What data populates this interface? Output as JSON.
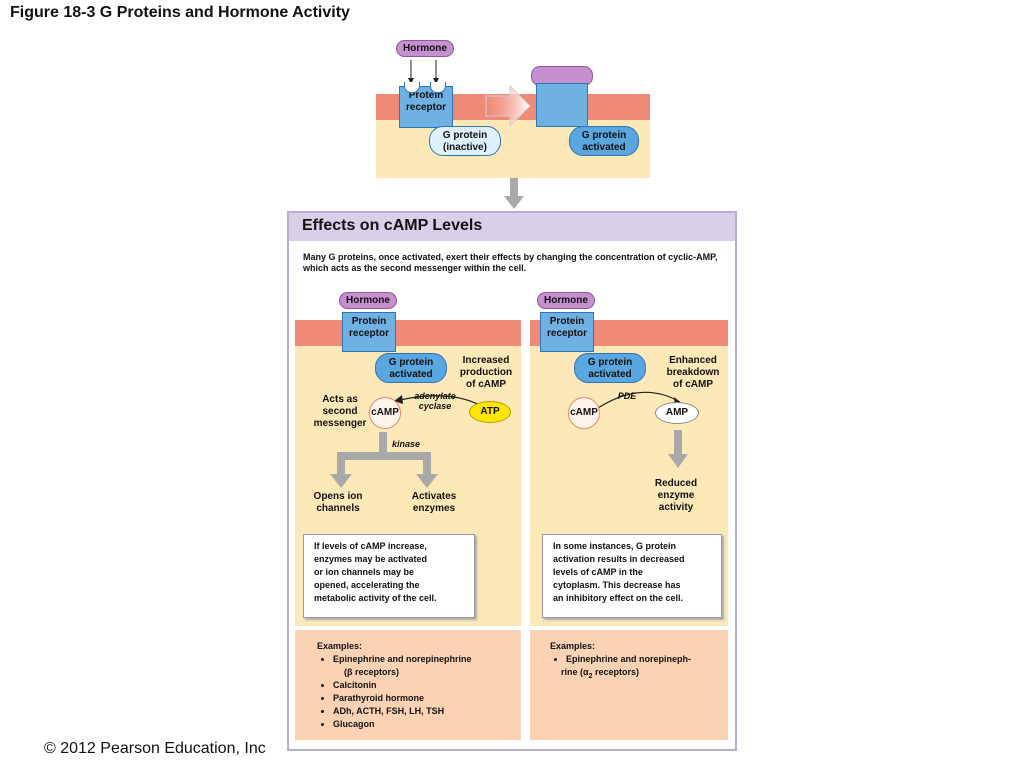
{
  "figure_title": "Figure 18-3  G Proteins and Hormone Activity",
  "copyright": "© 2012 Pearson Education, Inc",
  "top": {
    "hormone": "Hormone",
    "receptor": [
      "Protein",
      "receptor"
    ],
    "g_inactive": [
      "G protein",
      "(inactive)"
    ],
    "g_activated": [
      "G protein",
      "activated"
    ]
  },
  "panel": {
    "title": "Effects on cAMP Levels",
    "intro": "Many G proteins, once activated, exert their effects by changing the concentration of cyclic-AMP, which acts as the second messenger within the cell.",
    "left": {
      "hormone": "Hormone",
      "receptor": [
        "Protein",
        "receptor"
      ],
      "g_activated": [
        "G protein",
        "activated"
      ],
      "increased": [
        "Increased",
        "production",
        "of cAMP"
      ],
      "enzyme": [
        "adenylate",
        "cyclase"
      ],
      "atp": "ATP",
      "camp": "cAMP",
      "acts_as": [
        "Acts as",
        "second",
        "messenger"
      ],
      "kinase": "kinase",
      "opens": [
        "Opens ion",
        "channels"
      ],
      "activates": [
        "Activates",
        "enzymes"
      ],
      "box_lines": [
        "If levels of cAMP increase,",
        "enzymes may be activated",
        "or ion channels may be",
        "opened, accelerating the",
        "metabolic activity of the cell."
      ],
      "examples_title": "Examples:",
      "examples": [
        "Epinephrine and norepinephrine",
        "Calcitonin",
        "Parathyroid hormone",
        "ADh, ACTH, FSH, LH, TSH",
        "Glucagon"
      ],
      "examples_sub": "(β receptors)"
    },
    "right": {
      "hormone": "Hormone",
      "receptor": [
        "Protein",
        "receptor"
      ],
      "g_activated": [
        "G protein",
        "activated"
      ],
      "enhanced": [
        "Enhanced",
        "breakdown",
        "of cAMP"
      ],
      "enzyme": "PDE",
      "camp": "cAMP",
      "amp": "AMP",
      "reduced": [
        "Reduced",
        "enzyme",
        "activity"
      ],
      "box_lines": [
        "In some instances, G protein",
        "activation results in decreased",
        "levels of cAMP in the",
        "cytoplasm. This decrease has",
        "an inhibitory effect on the cell."
      ],
      "examples_title": "Examples:",
      "examples": [
        "Epinephrine and norepineph-"
      ],
      "examples_sub_pre": "rine (α",
      "examples_sub_idx": "2",
      "examples_sub_post": " receptors)"
    }
  }
}
